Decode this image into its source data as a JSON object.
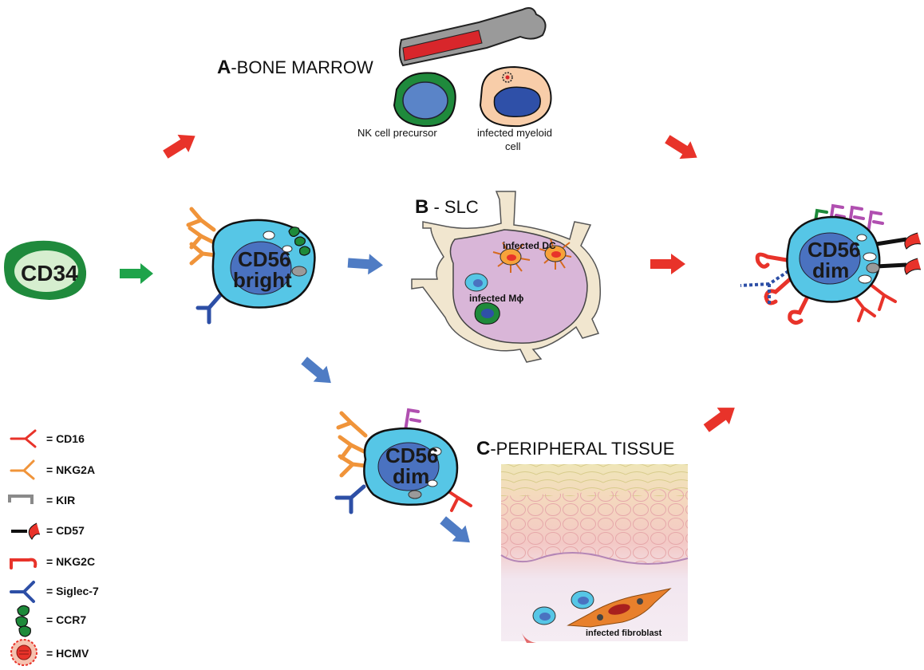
{
  "sections": {
    "a": {
      "letter": "A",
      "sep": "-",
      "title": "BONE MARROW"
    },
    "b": {
      "letter": "B",
      "sep": " - ",
      "title": "SLC"
    },
    "c": {
      "letter": "C",
      "sep": "-",
      "title": "PERIPHERAL TISSUE"
    }
  },
  "cells": {
    "cd34": "CD34",
    "bright_line1": "CD56",
    "bright_line2": "bright",
    "dim_mid_line1": "CD56",
    "dim_mid_line2": "dim",
    "dim_right_line1": "CD56",
    "dim_right_line2": "dim"
  },
  "labels": {
    "nk_precursor": "NK cell precursor",
    "infected_myeloid_1": "infected myeloid",
    "infected_myeloid_2": "cell",
    "infected_dc": "infected DC",
    "infected_mphi": "infected Mϕ",
    "infected_fibroblast": "infected fibroblast"
  },
  "legend": [
    {
      "icon": "cd16-icon",
      "label": "= CD16",
      "color": "#e8332a"
    },
    {
      "icon": "nkg2a-icon",
      "label": "= NKG2A",
      "color": "#f0943a"
    },
    {
      "icon": "kir-icon",
      "label": "= KIR",
      "color": "#8a8a8a"
    },
    {
      "icon": "cd57-icon",
      "label": "= CD57",
      "color": "#e8332a"
    },
    {
      "icon": "nkg2c-icon",
      "label": "= NKG2C",
      "color": "#e8332a"
    },
    {
      "icon": "siglec7-icon",
      "label": "= Siglec-7",
      "color": "#2d4fa6"
    },
    {
      "icon": "ccr7-icon",
      "label": "= CCR7",
      "color": "#1e8a3a"
    },
    {
      "icon": "hcmv-icon",
      "label": "= HCMV",
      "color": "#e8332a"
    }
  ],
  "colors": {
    "red_arrow": "#e8332a",
    "blue_arrow": "#4f7cc4",
    "green_arrow": "#1ea34a",
    "nk_cytoplasm": "#56c6e6",
    "nk_nucleus": "#4a72c0",
    "slc_fill": "#d9b6d8",
    "magenta_kir": "#b04fb0"
  }
}
